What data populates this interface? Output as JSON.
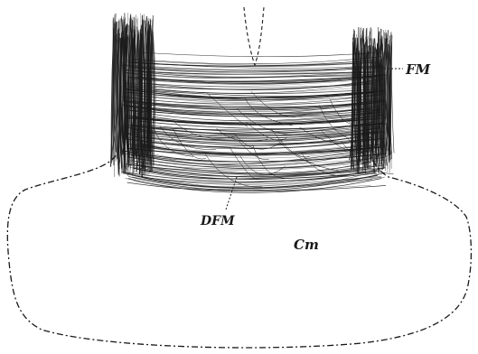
{
  "figure": {
    "labels": {
      "fm": "FM",
      "dfm": "DFM",
      "cm": "Cm"
    },
    "colors": {
      "ink": "#1a1a1a",
      "paper": "#ffffff"
    }
  }
}
